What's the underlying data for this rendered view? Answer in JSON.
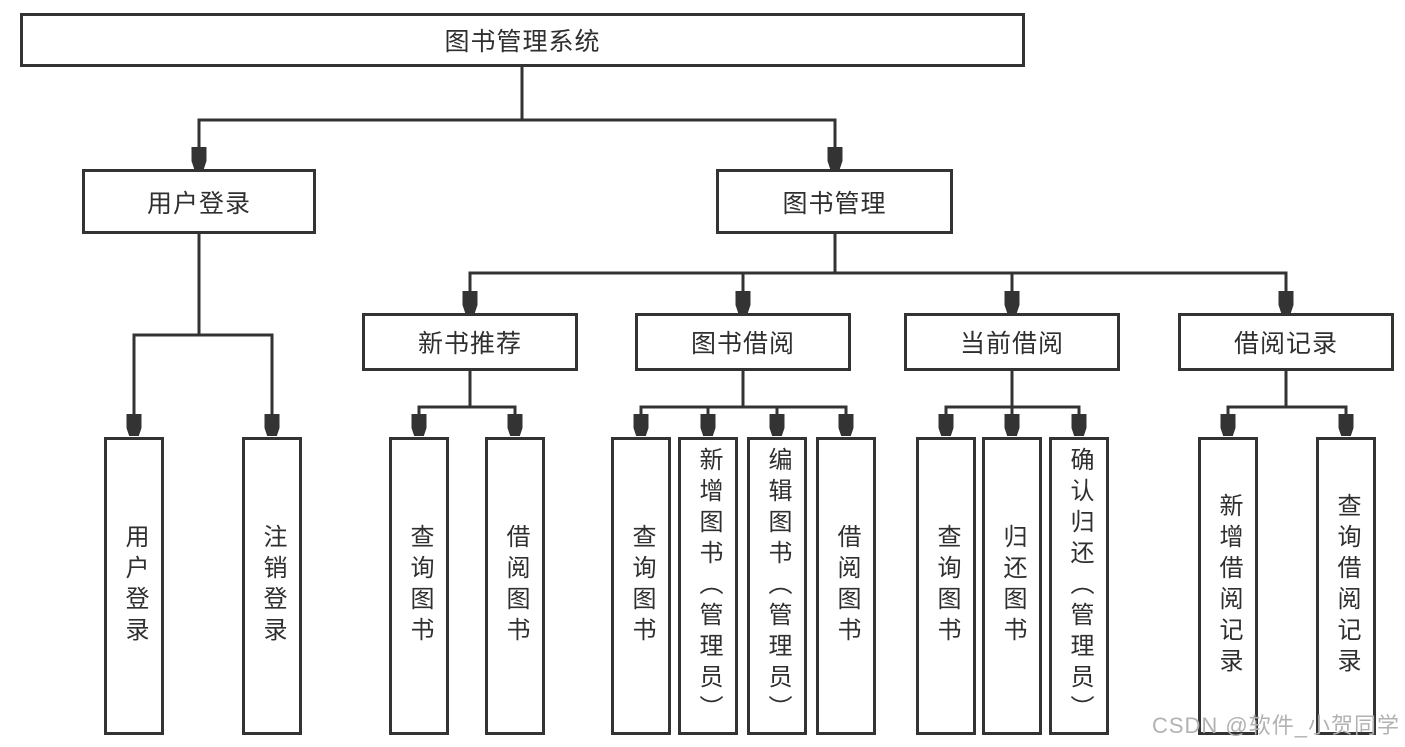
{
  "tree": {
    "root": "图书管理系统",
    "branches": [
      {
        "label": "用户登录",
        "children": [
          "用户登录",
          "注销登录"
        ]
      },
      {
        "label": "图书管理",
        "children": [
          {
            "label": "新书推荐",
            "children": [
              "查询图书",
              "借阅图书"
            ]
          },
          {
            "label": "图书借阅",
            "children": [
              "查询图书",
              "新增图书（管理员）",
              "编辑图书（管理员）",
              "借阅图书"
            ]
          },
          {
            "label": "当前借阅",
            "children": [
              "查询图书",
              "归还图书",
              "确认归还（管理员）"
            ]
          },
          {
            "label": "借阅记录",
            "children": [
              "新增借阅记录",
              "查询借阅记录"
            ]
          }
        ]
      }
    ]
  },
  "watermark": {
    "text": "CSDN @软件_小贺同学"
  },
  "colors": {
    "line": "#333333",
    "box_border": "#333333",
    "text": "#2f2f2f",
    "watermark": "#b3b1b1",
    "background": "#ffffff"
  }
}
